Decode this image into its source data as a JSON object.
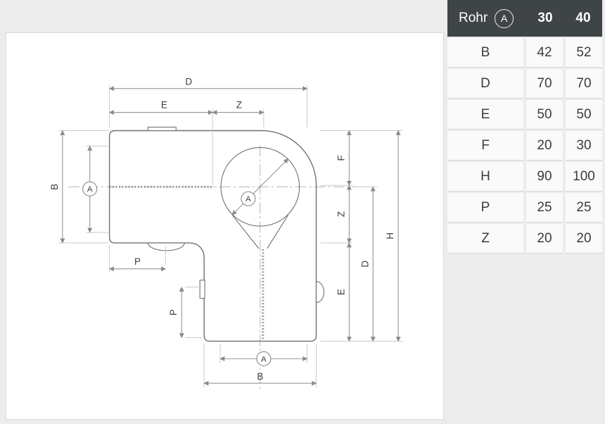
{
  "table": {
    "header": {
      "label": "Rohr",
      "symbol": "A",
      "size1": "30",
      "size2": "40"
    },
    "rows": [
      {
        "param": "B",
        "v1": "42",
        "v2": "52"
      },
      {
        "param": "D",
        "v1": "70",
        "v2": "70"
      },
      {
        "param": "E",
        "v1": "50",
        "v2": "50"
      },
      {
        "param": "F",
        "v1": "20",
        "v2": "30"
      },
      {
        "param": "H",
        "v1": "90",
        "v2": "100"
      },
      {
        "param": "P",
        "v1": "25",
        "v2": "25"
      },
      {
        "param": "Z",
        "v1": "20",
        "v2": "20"
      }
    ]
  },
  "drawing": {
    "symbol": "A",
    "labels": {
      "d_top": "D",
      "e_top": "E",
      "z_top": "Z",
      "b_left": "B",
      "p_left": "P",
      "p_bottom": "P",
      "b_bottom": "B",
      "f_right": "F",
      "z_right": "Z",
      "e_right": "E",
      "d_right": "D",
      "h_right": "H"
    },
    "colors": {
      "outline": "#6d7275",
      "dimension": "#8a8a8a",
      "bore_seam": "#96a29b",
      "centerline": "#b5b5b5",
      "table_header_bg": "#3f4447",
      "page_bg": "#ececec"
    }
  }
}
